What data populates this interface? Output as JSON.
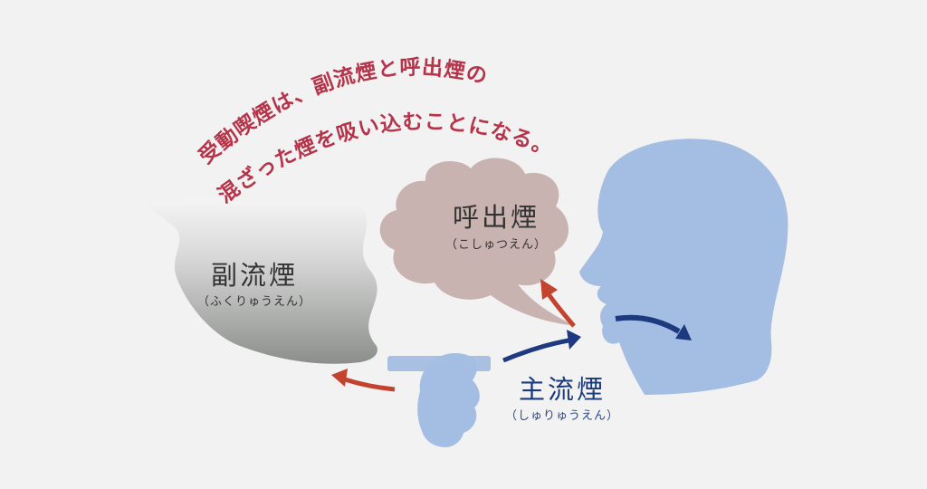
{
  "caption": {
    "line1": "受動喫煙は、副流煙と呼出煙の",
    "line2": "混ざった煙を吸い込むことになる。"
  },
  "labels": {
    "exhaled": {
      "title": "呼出煙",
      "reading": "（こしゅつえん）"
    },
    "sidestream": {
      "title": "副流煙",
      "reading": "（ふくりゅうえん）"
    },
    "mainstream": {
      "title": "主流煙",
      "reading": "（しゅりゅうえん）"
    }
  },
  "colors": {
    "background": "#f2f2f2",
    "caption": "#b5344a",
    "person": "#a3bde3",
    "exhaled_cloud": "#c9b3b0",
    "sidestream_smoke_top": "#f3f3f3",
    "sidestream_smoke_bottom": "#8e908e",
    "arrow_red": "#c4432f",
    "arrow_navy": "#1d3a80"
  }
}
